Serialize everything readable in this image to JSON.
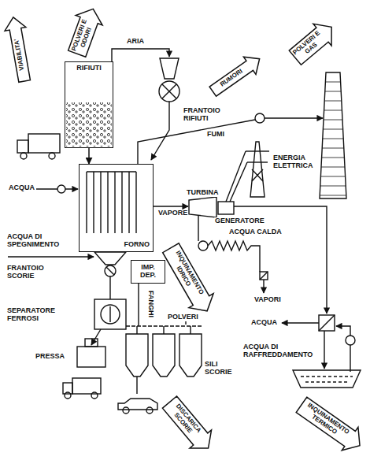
{
  "diagram": {
    "nodes": [
      {
        "text": [
          "VIABILITA'"
        ]
      },
      {
        "text": [
          "POLVERI E ODORI"
        ]
      },
      {
        "text": [
          "RIFIUTI"
        ]
      },
      {
        "text": [
          "RUMORI"
        ]
      },
      {
        "text": [
          "POLVERI E GAS"
        ]
      },
      {
        "text": [
          "FORNO"
        ]
      },
      {
        "text": [
          "IMP. DEP."
        ]
      },
      {
        "text": [
          "INQUINAMENTO IDRICO"
        ]
      },
      {
        "text": [
          "DISCARICA SCORIE"
        ]
      },
      {
        "text": [
          "INQUINAMENTO TERMICO"
        ]
      }
    ],
    "edges": [
      {
        "from": 2,
        "to": 5,
        "arrow": "to"
      }
    ],
    "labels": [
      "ARIA",
      "FRANTOIO RIFIUTI",
      "FUMI",
      "ACQUA",
      "VAPORE",
      "TURBINA",
      "ENERGIA ELETTRICA",
      "GENERATORE",
      "ACQUA CALDA",
      "ACQUA DI SPEGNIMENTO",
      "FRANTOIO SCORIE",
      "FANGHI",
      "VAPORI",
      "SEPARATORE FERROSI",
      "POLVERI",
      "ACQUA",
      "PRESSA",
      "SILI SCORIE",
      "ACQUA DI RAFFREDDAMENTO"
    ]
  }
}
